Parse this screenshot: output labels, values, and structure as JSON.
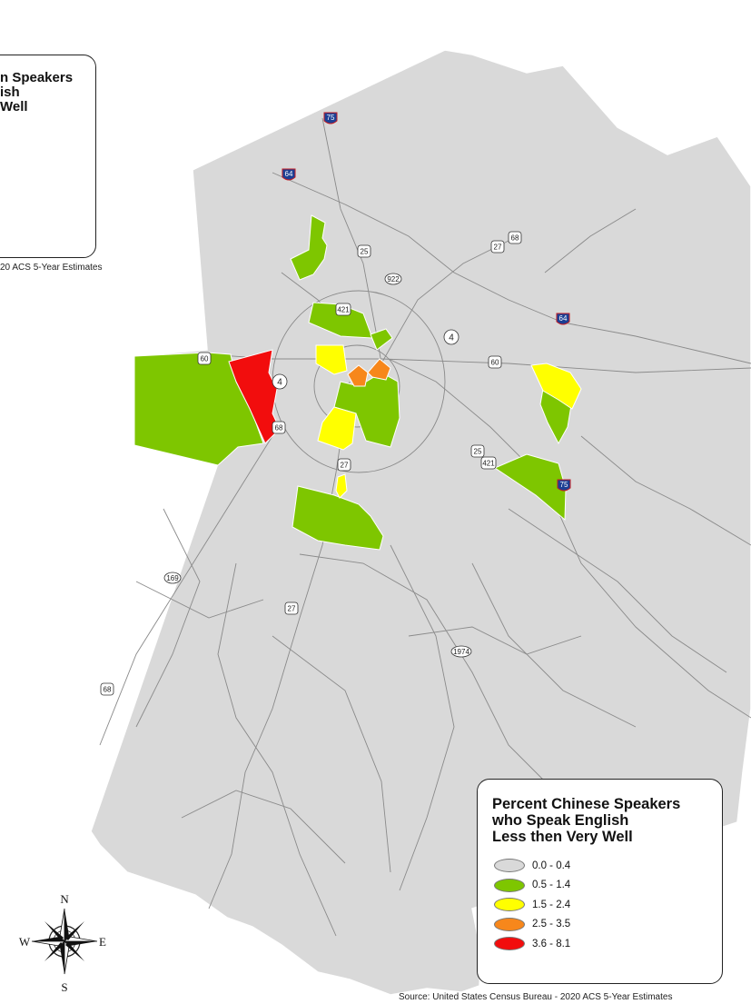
{
  "legend": {
    "title_lines": [
      "Percent Chinese Speakers",
      "who Speak English",
      "Less then Very Well"
    ],
    "items": [
      {
        "label": "0.0 - 0.4",
        "color": "#d9d9d9"
      },
      {
        "label": "0.5 - 1.4",
        "color": "#7ec600"
      },
      {
        "label": "1.5 - 2.4",
        "color": "#ffff00"
      },
      {
        "label": "2.5 - 3.5",
        "color": "#f7871b"
      },
      {
        "label": "3.6 - 8.1",
        "color": "#f20d0d"
      }
    ]
  },
  "ghost_legend": {
    "title_lines": [
      "n Speakers",
      "ish",
      "Well"
    ],
    "source": "20 ACS 5-Year Estimates"
  },
  "source": "Source: United States Census Bureau - 2020 ACS 5-Year Estimates",
  "compass": {
    "n": "N",
    "s": "S",
    "e": "E",
    "w": "W"
  },
  "route_shields": {
    "interstates": [
      "75",
      "64",
      "64",
      "75"
    ],
    "us_routes": [
      "25",
      "27",
      "68",
      "60",
      "60",
      "421",
      "68",
      "27",
      "421",
      "25",
      "27",
      "68"
    ],
    "state_routes": [
      "922",
      "4",
      "4",
      "169",
      "1974"
    ]
  },
  "colors": {
    "county": "#d9d9d9",
    "low": "#7ec600",
    "mid": "#ffff00",
    "high": "#f7871b",
    "top": "#f20d0d",
    "interstate": "#1c3f94"
  }
}
